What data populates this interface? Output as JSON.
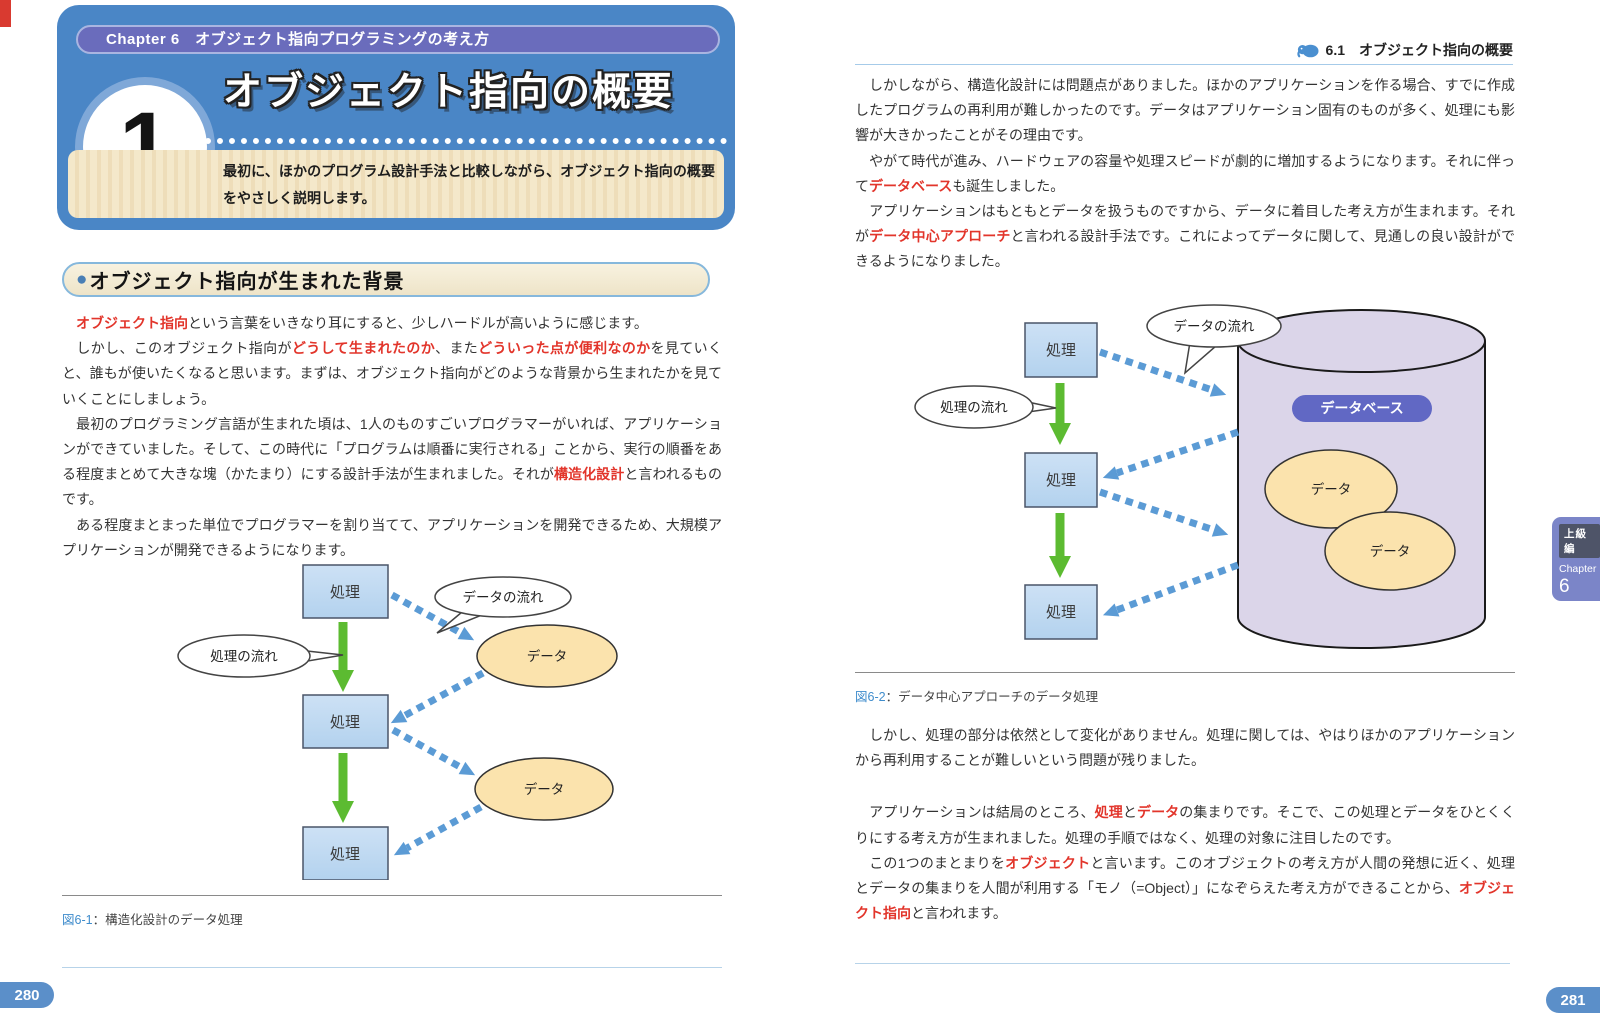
{
  "page_left": {
    "page_number": "280",
    "chapter_badge": "Chapter 6　オブジェクト指向プログラミングの考え方",
    "chapter_number": "1",
    "title": "オブジェクト指向の概要",
    "subtitle": "最初に、ほかのプログラム設計手法と比較しながら、オブジェクト指向の概要をやさしく説明します。",
    "section_bullet": "●",
    "section_heading": "オブジェクト指向が生まれた背景",
    "paragraphs": [
      [
        {
          "t": "　"
        },
        {
          "t": "オブジェクト指向",
          "red": true
        },
        {
          "t": "という言葉をいきなり耳にすると、少しハードルが高いように感じます。"
        }
      ],
      [
        {
          "t": "　しかし、このオブジェクト指向が"
        },
        {
          "t": "どうして生まれたのか",
          "red": true
        },
        {
          "t": "、また"
        },
        {
          "t": "どういった点が便利なのか",
          "red": true
        },
        {
          "t": "を見ていくと、誰もが使いたくなると思います。まずは、オブジェクト指向がどのような背景から生まれたかを見ていくことにしましょう。"
        }
      ],
      [
        {
          "t": "　最初のプログラミング言語が生まれた頃は、1人のものすごいプログラマーがいれば、アプリケーションができていました。そして、この時代に「プログラムは順番に実行される」ことから、実行の順番をある程度まとめて大きな塊（かたまり）にする設計手法が生まれました。それが"
        },
        {
          "t": "構造化設計",
          "red": true
        },
        {
          "t": "と言われるものです。"
        }
      ],
      [
        {
          "t": "　ある程度まとまった単位でプログラマーを割り当てて、アプリケーションを開発できるため、大規模アプリケーションが開発できるようになります。"
        }
      ]
    ],
    "figure": {
      "caption_label": "図6-1",
      "caption_text": "：構造化設計のデータ処理",
      "labels": {
        "process": "処理",
        "data": "データ",
        "data_flow": "データの流れ",
        "process_flow": "処理の流れ"
      }
    }
  },
  "page_right": {
    "page_number": "281",
    "header": "6.1　オブジェクト指向の概要",
    "paragraphs_top": [
      [
        {
          "t": "　しかしながら、構造化設計には問題点がありました。ほかのアプリケーションを作る場合、すでに作成したプログラムの再利用が難しかったのです。データはアプリケーション固有のものが多く、処理にも影響が大きかったことがその理由です。"
        }
      ],
      [
        {
          "t": "　やがて時代が進み、ハードウェアの容量や処理スピードが劇的に増加するようになります。それに伴って"
        },
        {
          "t": "データベース",
          "red": true
        },
        {
          "t": "も誕生しました。"
        }
      ],
      [
        {
          "t": "　アプリケーションはもともとデータを扱うものですから、データに着目した考え方が生まれます。それが"
        },
        {
          "t": "データ中心アプローチ",
          "red": true
        },
        {
          "t": "と言われる設計手法です。これによってデータに関して、見通しの良い設計ができるようになりました。"
        }
      ]
    ],
    "figure": {
      "caption_label": "図6-2",
      "caption_text": "：データ中心アプローチのデータ処理",
      "labels": {
        "process": "処理",
        "data": "データ",
        "database": "データベース",
        "data_flow": "データの流れ",
        "process_flow": "処理の流れ"
      }
    },
    "paragraphs_bottom": [
      [
        {
          "t": "　しかし、処理の部分は依然として変化がありません。処理に関しては、やはりほかのアプリケーションから再利用することが難しいという問題が残りました。"
        }
      ],
      [
        {
          "t": "　アプリケーションは結局のところ、"
        },
        {
          "t": "処理",
          "red": true
        },
        {
          "t": "と"
        },
        {
          "t": "データ",
          "red": true
        },
        {
          "t": "の集まりです。そこで、この処理とデータをひとくくりにする考え方が生まれました。処理の手順ではなく、処理の対象に注目したのです。"
        }
      ],
      [
        {
          "t": "　この1つのまとまりを"
        },
        {
          "t": "オブジェクト",
          "red": true
        },
        {
          "t": "と言います。このオブジェクトの考え方が人間の発想に近く、処理とデータの集まりを人間が利用する「モノ（=Object）」になぞらえた考え方ができることから、"
        },
        {
          "t": "オブジェクト指向",
          "red": true
        },
        {
          "t": "と言われます。"
        }
      ]
    ],
    "side_tab": {
      "level": "上級編",
      "chapter_label": "Chapter",
      "chapter_number": "6"
    }
  },
  "colors": {
    "header_blue": "#4a86c6",
    "chapter_badge_purple": "#6a6cbc",
    "accent_red": "#e2352b",
    "subtitle_tan": "#f3e6c6",
    "process_box_blue": "#bcd8f0",
    "data_ellipse_tan": "#fbe3ad",
    "flow_arrow_green": "#5cbb31",
    "data_arrow_blue": "#5b9bd5",
    "database_cylinder": "#dbd5e9",
    "database_badge": "#6168c4",
    "page_pill_blue": "#5b8fc9",
    "side_tab_purple": "#7b85c8"
  }
}
